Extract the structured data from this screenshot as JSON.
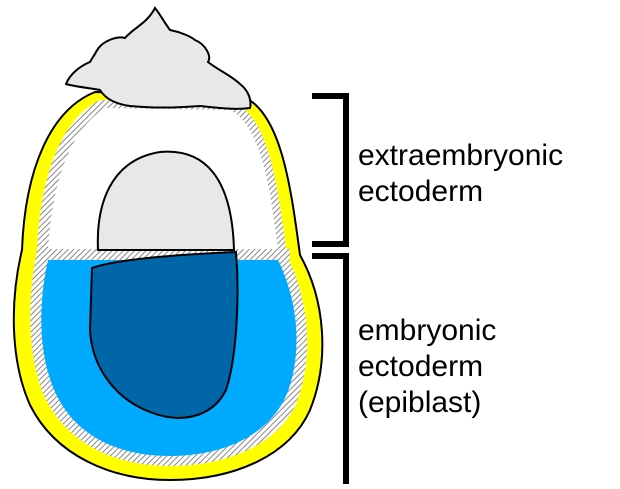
{
  "labels": {
    "extraembryonic": {
      "line1": "extraembryonic",
      "line2": "ectoderm"
    },
    "embryonic": {
      "line1": "embryonic",
      "line2": "ectoderm",
      "line3": "(epiblast)"
    }
  },
  "colors": {
    "outer_layer": "#ffff00",
    "epiblast": "#00aaff",
    "inner_dark": "#0066a8",
    "cavity": "#e8e8e8",
    "hatch": "#888888",
    "outline": "#000000",
    "background": "#ffffff"
  }
}
